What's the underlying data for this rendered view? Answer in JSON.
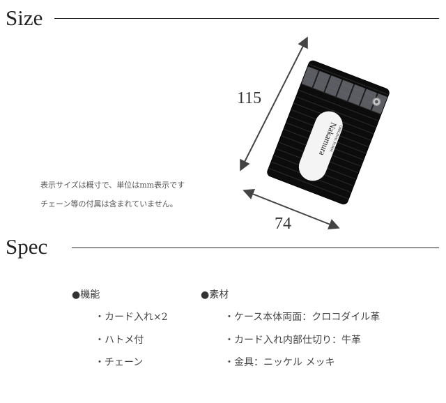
{
  "size_section": {
    "heading": "Size",
    "note_lines": [
      "表示サイズは概寸で、単位はmm表示です",
      "チェーン等の付属は含まれていません。"
    ],
    "height_label": "115",
    "width_label": "74",
    "product_logo": {
      "line1": "ORIGINAL PURSE",
      "line2": "Nakamura"
    }
  },
  "spec_section": {
    "heading": "Spec",
    "columns": [
      {
        "title": "●機能",
        "items": [
          "・カード入れ×2",
          "・ハトメ付",
          "・チェーン"
        ]
      },
      {
        "title": "●素材",
        "items": [
          "・ケース本体両面：クロコダイル革",
          "・カード入れ内部仕切り：牛革",
          "・金具：ニッケル メッキ"
        ]
      }
    ]
  }
}
